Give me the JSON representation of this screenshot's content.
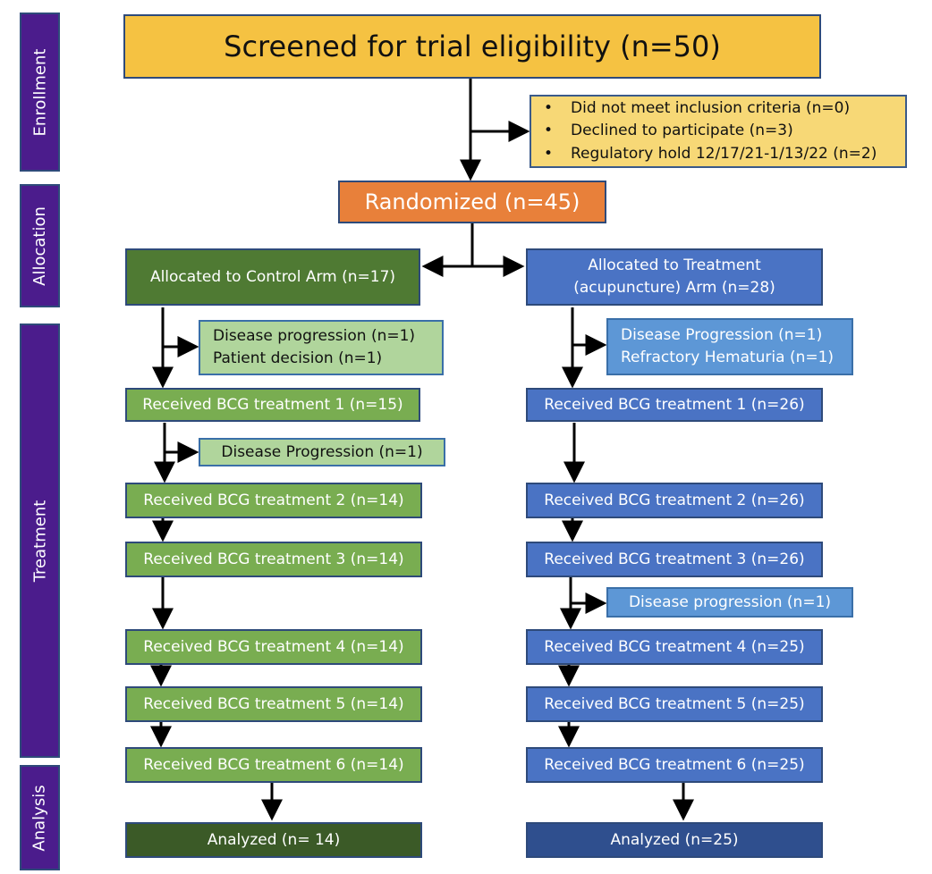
{
  "phases": {
    "enrollment": "Enrollment",
    "allocation": "Allocation",
    "treatment": "Treatment",
    "analysis": "Analysis"
  },
  "screened": "Screened for trial eligibility (n=50)",
  "exclusions": [
    "Did not meet inclusion criteria (n=0)",
    "Declined to participate (n=3)",
    "Regulatory hold 12/17/21-1/13/22 (n=2)"
  ],
  "randomized": "Randomized (n=45)",
  "control": {
    "allocated": "Allocated to Control Arm (n=17)",
    "dropout1": [
      "Disease progression (n=1)",
      "Patient decision (n=1)"
    ],
    "t1": "Received BCG treatment 1 (n=15)",
    "dropout2": "Disease Progression (n=1)",
    "t2": "Received BCG treatment 2 (n=14)",
    "t3": "Received BCG treatment 3 (n=14)",
    "t4": "Received BCG treatment 4 (n=14)",
    "t5": "Received BCG treatment 5 (n=14)",
    "t6": "Received BCG treatment 6 (n=14)",
    "analyzed": "Analyzed (n= 14)"
  },
  "treatment": {
    "allocated_line1": "Allocated to Treatment",
    "allocated_line2": "(acupuncture) Arm (n=28)",
    "dropout1": [
      "Disease Progression (n=1)",
      "Refractory Hematuria (n=1)"
    ],
    "t1": "Received BCG treatment 1 (n=26)",
    "t2": "Received BCG treatment 2 (n=26)",
    "t3": "Received BCG treatment 3 (n=26)",
    "dropout3": "Disease progression (n=1)",
    "t4": "Received BCG treatment 4 (n=25)",
    "t5": "Received BCG treatment 5 (n=25)",
    "t6": "Received BCG treatment 6 (n=25)",
    "analyzed": "Analyzed (n=25)"
  },
  "colors": {
    "phase": "#4b1c8c",
    "screened": "#f5c242",
    "randomized": "#e8803a",
    "control_dark": "#4f7a33",
    "control": "#79ad51",
    "treatment": "#4a73c4"
  }
}
